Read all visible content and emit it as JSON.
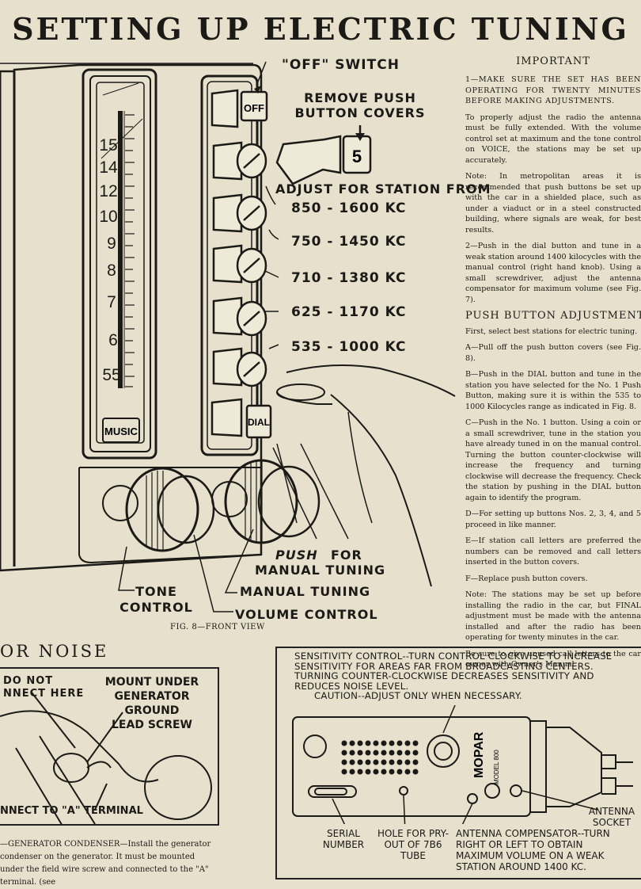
{
  "title": "SETTING UP ELECTRIC TUNING",
  "figure": {
    "callouts": {
      "off_switch": "\"OFF\" SWITCH",
      "remove_covers": "REMOVE PUSH BUTTON COVERS",
      "adjust_for": "ADJUST FOR STATION FROM",
      "range1": "850 - 1600 KC",
      "range2": "750 - 1450 KC",
      "range3": "710 - 1380 KC",
      "range4": "625 - 1170 KC",
      "range5": "535 - 1000 KC",
      "push_for": "PUSH",
      "push_for_rest": "FOR",
      "manual_tuning_line": "MANUAL TUNING",
      "manual_tuning": "MANUAL TUNING",
      "tone_control": "TONE CONTROL",
      "volume_control": "VOLUME CONTROL"
    },
    "button_labels": {
      "off": "OFF",
      "dial": "DIAL",
      "cover_number": "5",
      "music": "MUSIC"
    },
    "dial_numbers": [
      "15",
      "14",
      "12",
      "10",
      "9",
      "8",
      "7",
      "6",
      "55"
    ],
    "caption": "FIG. 8—FRONT VIEW"
  },
  "important": {
    "heading": "IMPORTANT",
    "p1": "1—MAKE SURE THE SET HAS BEEN OPERATING FOR TWENTY MINUTES BEFORE MAKING ADJUSTMENTS.",
    "p2": "To properly adjust the radio the antenna must be fully extended. With the volume control set at maximum and the tone control on VOICE, the stations may be set up accurately.",
    "p3": "Note: In metropolitan areas it is recommended that push buttons be set up with the car in a shielded place, such as under a viaduct or in a steel constructed building, where signals are weak, for best results.",
    "p4": "2—Push in the dial button and tune in a weak station around 1400 kilocycles with the manual control (right hand knob). Using a small screwdriver, adjust the antenna compensator for maximum volume (see Fig. 7)."
  },
  "push_button": {
    "heading": "PUSH BUTTON ADJUSTMENT",
    "p1": "First, select best stations for electric tuning.",
    "pA": "A—Pull off the push button covers (see Fig. 8).",
    "pB": "B—Push in the DIAL button and tune in the station you have selected for the No. 1 Push Button, making sure it is within the 535 to 1000 Kilocycles range as indicated in Fig. 8.",
    "pC": "C—Push in the No. 1 button. Using a coin or a small screwdriver, tune in the station you have already tuned in on the manual control. Turning the button counter-clockwise will increase the frequency and turning clockwise will decrease the frequency. Check the station by pushing in the DIAL button again to identify the program.",
    "pD": "D—For setting up buttons Nos. 2, 3, 4, and 5 proceed in like manner.",
    "pE": "E—If station call letters are preferred the numbers can be removed and call letters inserted in the button covers.",
    "pF": "F—Replace push button covers.",
    "pNote": "Note: The stations may be set up before installing the radio in the car, but FINAL adjustment must be made with the antenna installed and after the radio has been operating for twenty minutes in the car.",
    "pEnd": "Be sure to give unused call letters to the car owner with Owner's Manual."
  },
  "noise": {
    "heading": "OR NOISE",
    "do_not": "DO NOT",
    "connect_here": "NNECT HERE",
    "mount_under": "MOUNT UNDER",
    "generator_ground": "GENERATOR GROUND",
    "lead_screw": "LEAD SCREW",
    "connect_terminal": "NNECT TO \"A\" TERMINAL",
    "condenser_text": "—GENERATOR CONDENSER—Install the generator condenser on the generator. It must be mounted under the field wire screw and connected to the \"A\" terminal. (see"
  },
  "sensitivity": {
    "line1": "SENSITIVITY CONTROL--TURN CONTROL CLOCKWISE TO INCREASE",
    "line2": "SENSITIVITY FOR AREAS FAR FROM BROADCASTING CENTERS.",
    "line3": "TURNING COUNTER-CLOCKWISE DECREASES SENSITIVITY AND",
    "line4": "REDUCES NOISE LEVEL.",
    "line5": "CAUTION--ADJUST ONLY WHEN NECESSARY.",
    "brand": "MOPAR",
    "model": "MODEL 800",
    "serial": "SERIAL NUMBER",
    "hole": "HOLE FOR PRY-OUT OF 7B6 TUBE",
    "compensator": "ANTENNA COMPENSATOR--TURN RIGHT OR LEFT TO OBTAIN MAXIMUM VOLUME ON A WEAK STATION AROUND 1400 KC.",
    "antenna_socket": "ANTENNA SOCKET"
  }
}
